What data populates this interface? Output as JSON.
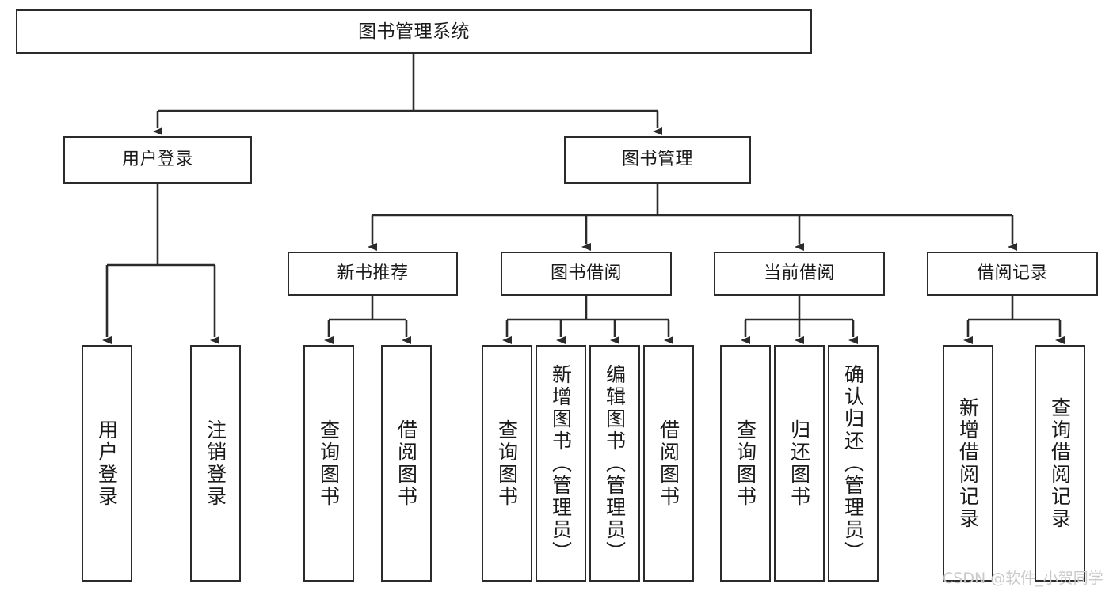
{
  "diagram": {
    "title": "图书管理系统",
    "watermark": "CSDN @软件_小贺同学",
    "line_color": "#2b2b2b",
    "box_fill": "#ffffff",
    "text_color": "#1a1a1a",
    "watermark_color": "#c9c9c9"
  },
  "nodes": {
    "root": {
      "label": "图书管理系统"
    },
    "level1": [
      {
        "id": "user-login",
        "label": "用户登录"
      },
      {
        "id": "book-management",
        "label": "图书管理"
      }
    ],
    "level2": [
      {
        "id": "new-book-recommend",
        "label": "新书推荐"
      },
      {
        "id": "book-borrow",
        "label": "图书借阅"
      },
      {
        "id": "current-borrow",
        "label": "当前借阅"
      },
      {
        "id": "borrow-record",
        "label": "借阅记录"
      }
    ],
    "leaves": {
      "user_login": [
        {
          "id": "leaf-user-login",
          "label": "用户登录"
        },
        {
          "id": "leaf-logout-login",
          "label": "注销登录"
        }
      ],
      "new_book_recommend": [
        {
          "id": "leaf-query-book-1",
          "label": "查询图书"
        },
        {
          "id": "leaf-borrow-book-1",
          "label": "借阅图书"
        }
      ],
      "book_borrow": [
        {
          "id": "leaf-query-book-2",
          "label": "查询图书"
        },
        {
          "id": "leaf-add-book",
          "label": "新增图书（管理员）"
        },
        {
          "id": "leaf-edit-book",
          "label": "编辑图书（管理员）"
        },
        {
          "id": "leaf-borrow-book-2",
          "label": "借阅图书"
        }
      ],
      "current_borrow": [
        {
          "id": "leaf-query-book-3",
          "label": "查询图书"
        },
        {
          "id": "leaf-return-book",
          "label": "归还图书"
        },
        {
          "id": "leaf-confirm-return",
          "label": "确认归还（管理员）"
        }
      ],
      "borrow_record": [
        {
          "id": "leaf-add-record",
          "label": "新增借阅记录"
        },
        {
          "id": "leaf-query-record",
          "label": "查询借阅记录"
        }
      ]
    }
  }
}
